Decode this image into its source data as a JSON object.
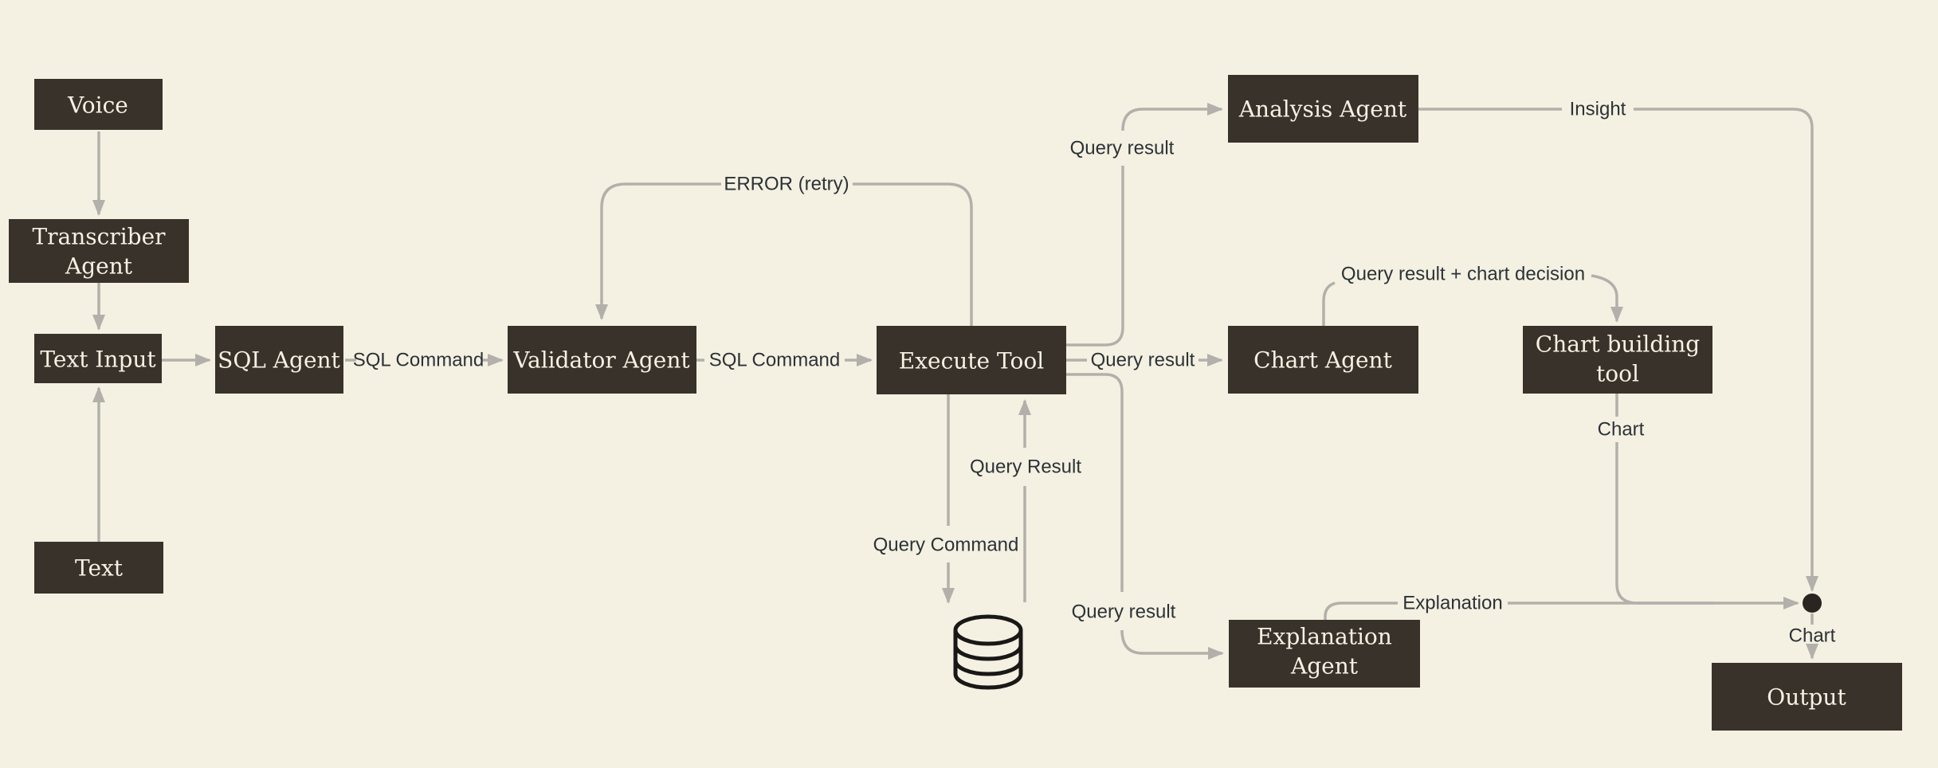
{
  "colors": {
    "background": "#f4f1e2",
    "node_fill": "#39322b",
    "node_text": "#f5f1e3",
    "line": "#b3b0ab",
    "edge_label_text": "#2d3237",
    "db_icon": "#1a1817",
    "junction_dot": "#2b2521"
  },
  "nodes": {
    "voice": {
      "label": "Voice"
    },
    "transcriber_agent": {
      "line1": "Transcriber",
      "line2": "Agent"
    },
    "text_input": {
      "label": "Text Input"
    },
    "text": {
      "label": "Text"
    },
    "sql_agent": {
      "label": "SQL Agent"
    },
    "validator_agent": {
      "label": "Validator Agent"
    },
    "execute_tool": {
      "label": "Execute Tool"
    },
    "analysis_agent": {
      "label": "Analysis Agent"
    },
    "chart_agent": {
      "label": "Chart Agent"
    },
    "chart_building_tool": {
      "line1": "Chart building",
      "line2": "tool"
    },
    "explanation_agent": {
      "line1": "Explanation",
      "line2": "Agent"
    },
    "output": {
      "label": "Output"
    }
  },
  "edge_labels": {
    "sql_command_1": "SQL Command",
    "sql_command_2": "SQL Command",
    "error_retry": "ERROR (retry)",
    "query_result_to_analysis": "Query result",
    "query_result_to_chart_agent": "Query result",
    "query_result_to_explanation": "Query result",
    "query_result_from_db": "Query Result",
    "query_command": "Query Command",
    "query_result_chart_decision": "Query result + chart decision",
    "insight": "Insight",
    "explanation": "Explanation",
    "chart_from_tool": "Chart",
    "chart_to_output": "Chart"
  },
  "icons": {
    "database": "database-cylinder-icon"
  }
}
